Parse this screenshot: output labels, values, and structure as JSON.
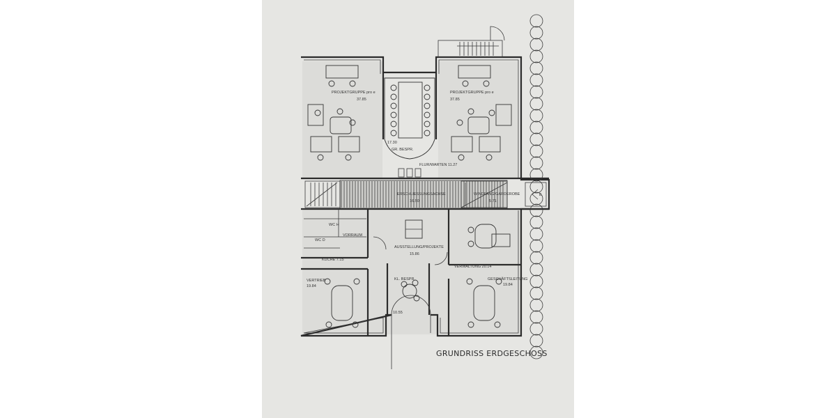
{
  "drawing": {
    "title": "GRUNDRISS ERDGESCHOSS"
  },
  "rooms": {
    "projekt_left": {
      "name": "PROJEKTGRUPPE",
      "note": "pro e",
      "area": "37.85"
    },
    "projekt_right": {
      "name": "PROJEKTGRUPPE",
      "note": "pro e",
      "area": "37.85"
    },
    "besprechung": {
      "area": "17.30",
      "name": "GR. BESPR."
    },
    "flur": {
      "name": "FLUR/WARTEN",
      "area": "11.27"
    },
    "erschliessung": {
      "name": "ERSCHLIESSUNGSACHSE",
      "area": "16.50"
    },
    "wc_h": {
      "name": "WC H"
    },
    "wc_d": {
      "name": "WC D"
    },
    "vorraum": {
      "name": "VORRAUM"
    },
    "kueche": {
      "name": "KÜCHE",
      "area": "7.15"
    },
    "ausstellung": {
      "name": "AUSSTELLUNG/PROJEKTE",
      "area": "15.86"
    },
    "windfang": {
      "name": "WINDFANG/GARDEROBE",
      "area": "5.71"
    },
    "verwaltung": {
      "name": "VERWALTUNG",
      "area": "20.14"
    },
    "vertrieb": {
      "name": "VERTRIEB",
      "area": "19.84"
    },
    "kl_bespr": {
      "name": "KL. BESPR."
    },
    "eingang": {
      "area": "10.55"
    },
    "geschaeft": {
      "name": "GESCHÄFTSLEITUNG",
      "area": "19.84"
    }
  },
  "marks": {
    "entrance_letter": "E"
  }
}
